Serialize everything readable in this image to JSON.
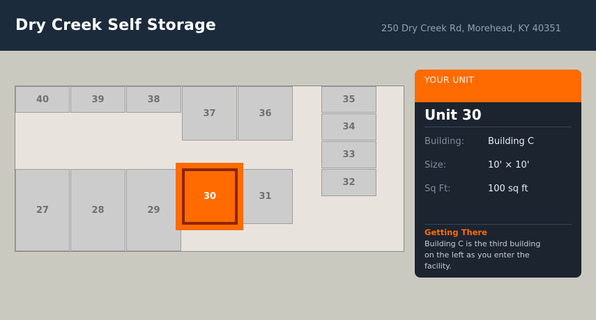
{
  "header": {
    "title": "Dry Creek Self Storage",
    "address": "250 Dry Creek Rd, Morehead, KY 40351"
  },
  "colors": {
    "header_bg": "#1c2b3c",
    "accent": "#ff6b00",
    "selected_border": "#8b2500",
    "unit_fill": "#cccccc",
    "map_ground": "#e8e4dd",
    "panel_bg": "#1c2430"
  },
  "map": {
    "selected_unit": "30",
    "units": [
      {
        "id": "40",
        "label": "40"
      },
      {
        "id": "39",
        "label": "39"
      },
      {
        "id": "38",
        "label": "38"
      },
      {
        "id": "37",
        "label": "37"
      },
      {
        "id": "36",
        "label": "36"
      },
      {
        "id": "35",
        "label": "35"
      },
      {
        "id": "34",
        "label": "34"
      },
      {
        "id": "33",
        "label": "33"
      },
      {
        "id": "32",
        "label": "32"
      },
      {
        "id": "31",
        "label": "31"
      },
      {
        "id": "30",
        "label": "30"
      },
      {
        "id": "29",
        "label": "29"
      },
      {
        "id": "28",
        "label": "28"
      },
      {
        "id": "27",
        "label": "27"
      }
    ]
  },
  "panel": {
    "header_label": "YOUR UNIT",
    "unit_name": "Unit 30",
    "details": [
      {
        "key": "Building:",
        "value": "Building C"
      },
      {
        "key": "Size:",
        "value": "10' × 10'"
      },
      {
        "key": "Sq Ft:",
        "value": "100 sq ft"
      }
    ],
    "directions": {
      "title": "Getting There",
      "text": "Building C is the third building on the left as you enter the facility."
    }
  }
}
